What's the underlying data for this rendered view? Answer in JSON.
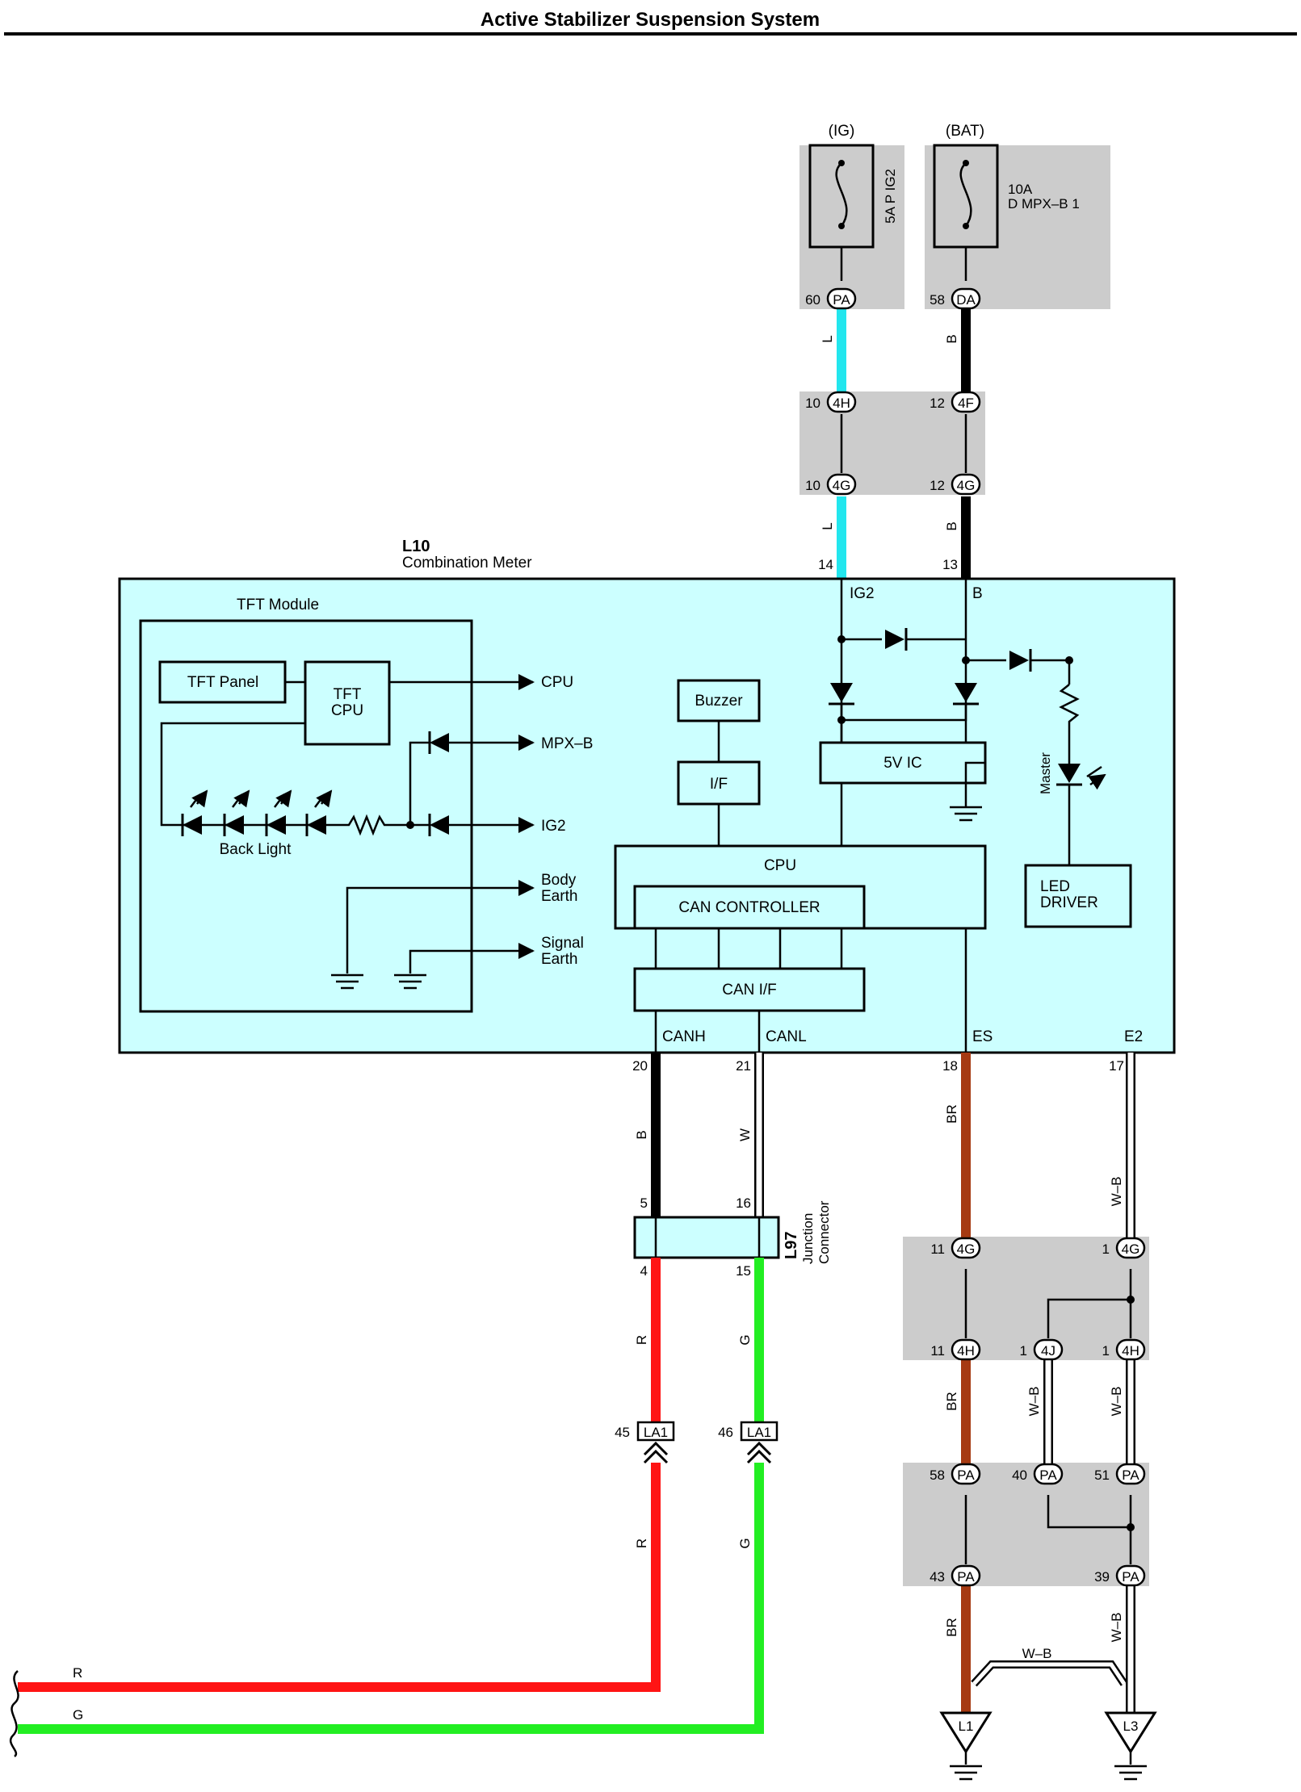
{
  "title": "Active Stabilizer Suspension System",
  "colors": {
    "L": "#22e6ee",
    "B": "#000000",
    "BR": "#a63a12",
    "R": "#ff1414",
    "G": "#22ee22",
    "W": "#ffffff",
    "WB": "#ffffff",
    "module_fill": "#ccffff",
    "junction_fill": "#cccccc"
  },
  "power": {
    "ig_label": "(IG)",
    "bat_label": "(BAT)",
    "fuse_ig": "5A P IG2",
    "fuse_bat_a": "10A",
    "fuse_bat_b": "D MPX–B 1"
  },
  "connectors": {
    "pa60": {
      "pin": "60",
      "code": "PA"
    },
    "da58": {
      "pin": "58",
      "code": "DA"
    },
    "h4_10": {
      "pin": "10",
      "code": "4H"
    },
    "f4_12": {
      "pin": "12",
      "code": "4F"
    },
    "g4_10": {
      "pin": "10",
      "code": "4G"
    },
    "g4_12": {
      "pin": "12",
      "code": "4G"
    },
    "g4_11": {
      "pin": "11",
      "code": "4G"
    },
    "g4_1": {
      "pin": "1",
      "code": "4G"
    },
    "h4_11": {
      "pin": "11",
      "code": "4H"
    },
    "j4_1": {
      "pin": "1",
      "code": "4J"
    },
    "h4_1": {
      "pin": "1",
      "code": "4H"
    },
    "pa58": {
      "pin": "58",
      "code": "PA"
    },
    "pa40": {
      "pin": "40",
      "code": "PA"
    },
    "pa51": {
      "pin": "51",
      "code": "PA"
    },
    "pa43": {
      "pin": "43",
      "code": "PA"
    },
    "pa39": {
      "pin": "39",
      "code": "PA"
    },
    "la1_45": {
      "pin": "45",
      "code": "LA1"
    },
    "la1_46": {
      "pin": "46",
      "code": "LA1"
    }
  },
  "wire_labels": {
    "l1": "L",
    "b1": "B",
    "l2": "L",
    "b2": "B",
    "canh_b": "B",
    "canl_w": "W",
    "es_br": "BR",
    "e2_wb": "W–B",
    "r1": "R",
    "g1": "G",
    "r2": "R",
    "g2": "G",
    "br2": "BR",
    "wb2": "W–B",
    "wb3": "W–B",
    "br3": "BR",
    "wb4": "W–B",
    "wb_bottom": "W–B",
    "r_end": "R",
    "g_end": "G"
  },
  "meter": {
    "id": "L10",
    "name": "Combination Meter",
    "pin_ig2": "14",
    "pin_b": "13",
    "lbl_ig2": "IG2",
    "lbl_b": "B",
    "tft_module": "TFT Module",
    "tft_panel": "TFT Panel",
    "tft_cpu_1": "TFT",
    "tft_cpu_2": "CPU",
    "out_cpu": "CPU",
    "out_mpxb": "MPX–B",
    "out_ig2": "IG2",
    "out_body_1": "Body",
    "out_body_2": "Earth",
    "out_signal_1": "Signal",
    "out_signal_2": "Earth",
    "backlight": "Back Light",
    "buzzer": "Buzzer",
    "if": "I/F",
    "vic": "5V IC",
    "cpu": "CPU",
    "can_controller": "CAN CONTROLLER",
    "can_if": "CAN I/F",
    "master": "Master",
    "led_driver_1": "LED",
    "led_driver_2": "DRIVER",
    "canh": "CANH",
    "canl": "CANL",
    "es": "ES",
    "e2": "E2",
    "pin_canh": "20",
    "pin_canl": "21",
    "pin_es": "18",
    "pin_e2": "17"
  },
  "junction": {
    "id": "L97",
    "name_1": "Junction",
    "name_2": "Connector",
    "pin_in_canh": "5",
    "pin_in_canl": "16",
    "pin_out_r": "4",
    "pin_out_g": "15"
  },
  "grounds": {
    "l1": "L1",
    "l3": "L3"
  }
}
